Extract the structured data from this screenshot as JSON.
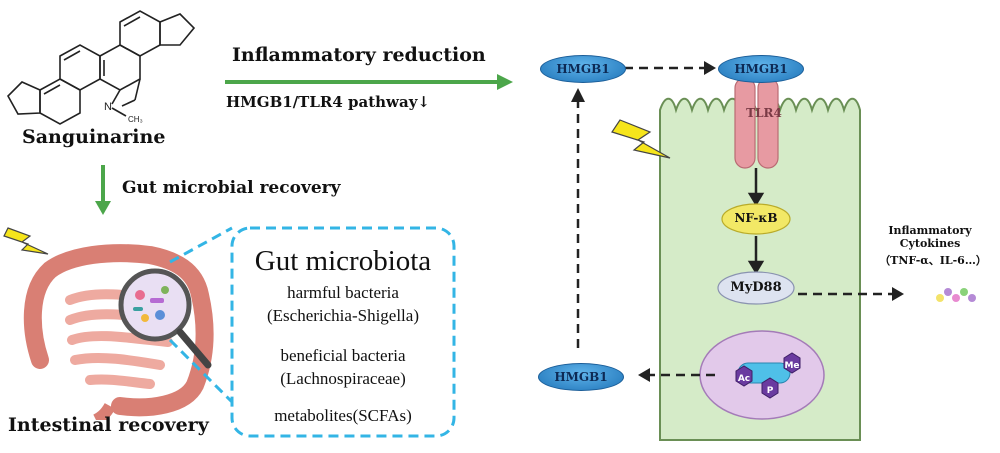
{
  "left": {
    "compound": "Sanguinarine",
    "methyl_label": "CH₃",
    "nitrogen_label": "N",
    "arrow_top_label": "Inflammatory reduction",
    "arrow_sub_label": "HMGB1/TLR4 pathway↓",
    "down_arrow_label": "Gut microbial  recovery",
    "intestinal_label": "Intestinal recovery",
    "microbiota": {
      "title": "Gut microbiota",
      "lines": [
        "harmful bacteria",
        "(Escherichia-Shigella)",
        "beneficial bacteria",
        "(Lachnospiraceae)",
        "metabolites(SCFAs)"
      ]
    }
  },
  "right": {
    "hmgb1_label": "HMGB1",
    "receptor_label": "TLR4",
    "nfkb_label": "NF-κB",
    "myd88_label": "MyD88",
    "mods": [
      "Ac",
      "P",
      "Me"
    ],
    "cytokines_title": "Inflammatory\nCytokines",
    "cytokines_sub": "（TNF-α、IL-6…）"
  },
  "colors": {
    "green_arrow": "#4ca64a",
    "cyan_dash": "#33b5e5",
    "cell_fill": "#d5ebc8",
    "cell_stroke": "#6a8f55",
    "tlr4": "#e79aa2",
    "nfkb": "#f2e866",
    "myd88": "#dde3f0",
    "nucleus": "#e2c9ea",
    "mod_hex": "#6a3ba0"
  }
}
